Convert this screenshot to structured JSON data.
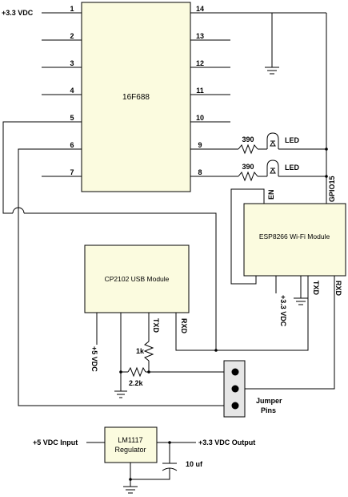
{
  "chip": {
    "name": "16F688",
    "left_pins": [
      "1",
      "2",
      "3",
      "4",
      "5",
      "6",
      "7"
    ],
    "right_pins": [
      "14",
      "13",
      "12",
      "11",
      "10",
      "9",
      "8"
    ]
  },
  "supply_pin1_label": "+3.3 VDC",
  "led_circuits": [
    {
      "resistor": "390",
      "led": "LED"
    },
    {
      "resistor": "390",
      "led": "LED"
    }
  ],
  "esp": {
    "name": "ESP8266 Wi-Fi Module",
    "en": "EN",
    "gpio": "GPIO15",
    "txd": "TXD",
    "rxd": "RXD",
    "vdc": "+3.3 VDC"
  },
  "cp": {
    "name": "CP2102 USB Module",
    "vdc": "+5 VDC",
    "txd": "TXD",
    "rxd": "RXD",
    "r1": "1k",
    "r2": "2.2k"
  },
  "jumper_label": [
    "Jumper",
    "Pins"
  ],
  "regulator": {
    "name": [
      "LM1117",
      "Regulator"
    ],
    "input": "+5 VDC Input",
    "output": "+3.3 VDC Output",
    "cap": "10 uf"
  }
}
